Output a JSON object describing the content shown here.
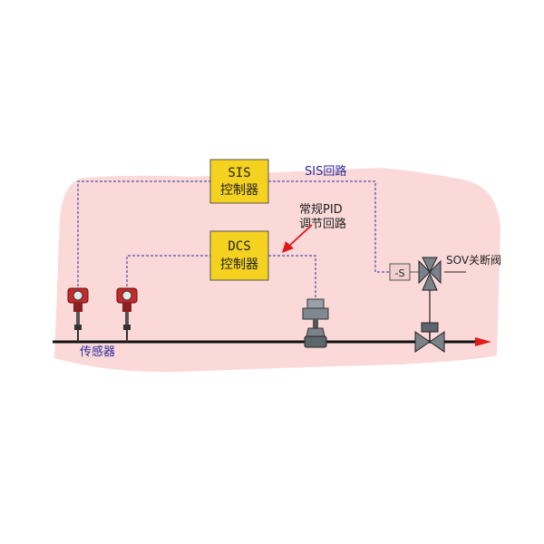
{
  "diagram": {
    "sis_controller": {
      "line1": "SIS",
      "line2": "控制器"
    },
    "dcs_controller": {
      "line1": "DCS",
      "line2": "控制器"
    },
    "sis_loop_label": "SIS回路",
    "pid_loop_label": {
      "line1": "常规PID",
      "line2": "调节回路"
    },
    "solenoid_label": "-S",
    "sov_label": "SOV关断阀",
    "sensor_label": "传感器"
  },
  "colors": {
    "background_zone": "#fbd9d9",
    "controller_fill": "#f4d21f",
    "signal_line": "#2a2aa8",
    "pid_arrow": "#e01818",
    "flow_arrow": "#e01818",
    "transmitter": "#c62a2a"
  }
}
